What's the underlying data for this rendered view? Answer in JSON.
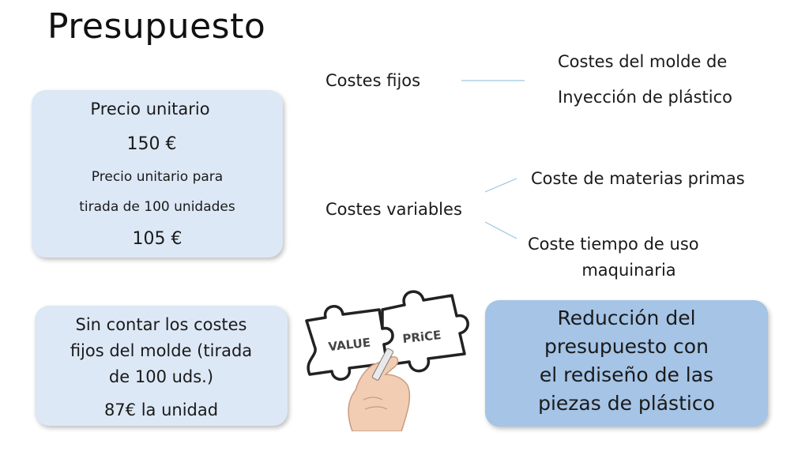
{
  "title": "Presupuesto",
  "unit_price_box": {
    "label": "Precio unitario",
    "price": "150 €",
    "batch_label_1": "Precio unitario para",
    "batch_label_2": "tirada de 100 unidades",
    "batch_price": "105 €"
  },
  "no_mold_box": {
    "line1": "Sin contar los costes",
    "line2": "fijos del molde (tirada",
    "line3": "de 100 uds.)",
    "price": "87€ la unidad"
  },
  "fixed_costs": {
    "label": "Costes fijos",
    "detail_1": "Costes del molde de",
    "detail_2": "Inyección de plástico"
  },
  "variable_costs": {
    "label": "Costes variables",
    "item_1": "Coste de materias primas",
    "item_2_line1": "Coste tiempo de uso",
    "item_2_line2": "maquinaria"
  },
  "puzzle": {
    "piece_left": "VALUE",
    "piece_right": "PRiCE"
  },
  "reduction_box": {
    "line1": "Reducción del",
    "line2": "presupuesto con",
    "line3": "el rediseño de las",
    "line4": "piezas de plástico"
  },
  "colors": {
    "box_light": "#dde8f6",
    "box_dark": "#a5c4e6",
    "connector": "#9cc6e2"
  }
}
